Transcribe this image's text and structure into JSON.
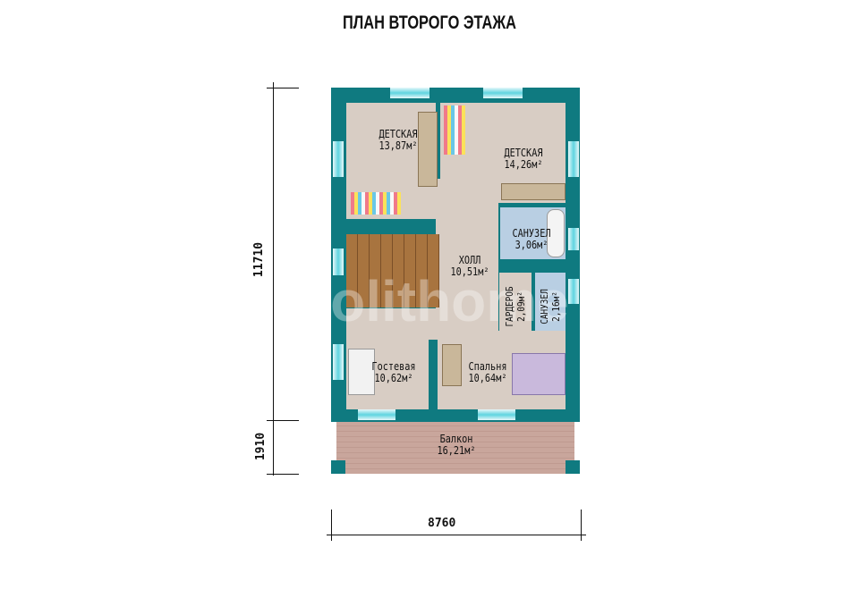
{
  "title": "ПЛАН ВТОРОГО ЭТАЖА",
  "rooms": [
    {
      "name": "ДЕТСКАЯ",
      "area": "13,87м²"
    },
    {
      "name": "ДЕТСКАЯ",
      "area": "14,26м²"
    },
    {
      "name": "САНУЗЕЛ",
      "area": "3,06м²"
    },
    {
      "name": "ХОЛЛ",
      "area": "10,51м²"
    },
    {
      "name": "ГАРДЕРОБ",
      "area": "2,09м²"
    },
    {
      "name": "САНУЗЕЛ",
      "area": "2,16м²"
    },
    {
      "name": "Гостевая",
      "area": "10,62м²"
    },
    {
      "name": "Спальня",
      "area": "10,64м²"
    },
    {
      "name": "Балкон",
      "area": "16,21м²"
    }
  ],
  "dimensions": {
    "height_main": "11710",
    "height_balcony": "1910",
    "width": "8760"
  },
  "watermark": "polithome",
  "colors": {
    "wall": "#0f7a80",
    "floor": "#d8cdc4",
    "balcony": "#c9a69c"
  }
}
